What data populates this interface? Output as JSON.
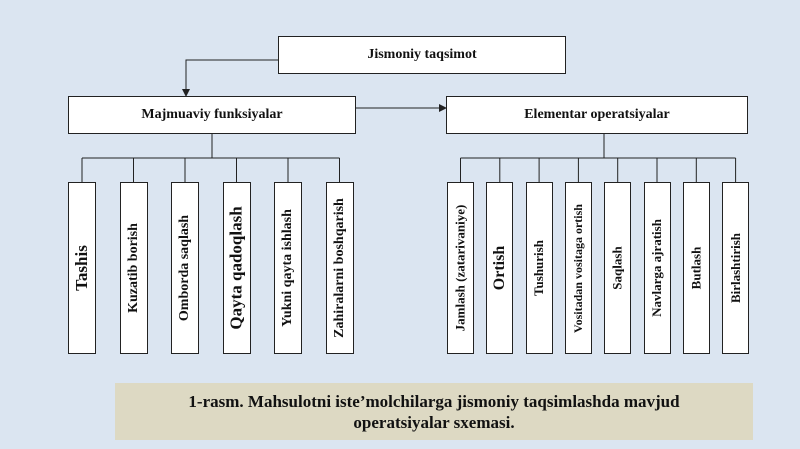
{
  "diagram": {
    "root": "Jismoniy taqsimot",
    "left": {
      "title": "Majmuaviy funksiyalar",
      "items": [
        "Tashis",
        "Kuzatib borish",
        "Omborda saqlash",
        "Qayta qadoqlash",
        "Yukni qayta ishlash",
        "Zahiralarni boshqarish"
      ]
    },
    "right": {
      "title": "Elementar operatsiyalar",
      "items": [
        "Jamlash (zatarivaniye)",
        "Ortish",
        "Tushurish",
        "Vositadan vositaga ortish",
        "Saqlash",
        "Navlarga ajratish",
        "Butlash",
        "Birlashtirish"
      ]
    },
    "colors": {
      "background": "#dbe5f1",
      "box": "#ffffff",
      "caption_bg": "#ddd9c3"
    }
  },
  "caption": {
    "line1": "1-rasm. Mahsulotni iste’molchilarga jismoniy taqsimlashda mavjud",
    "line2": "operatsiyalar sxemasi."
  }
}
